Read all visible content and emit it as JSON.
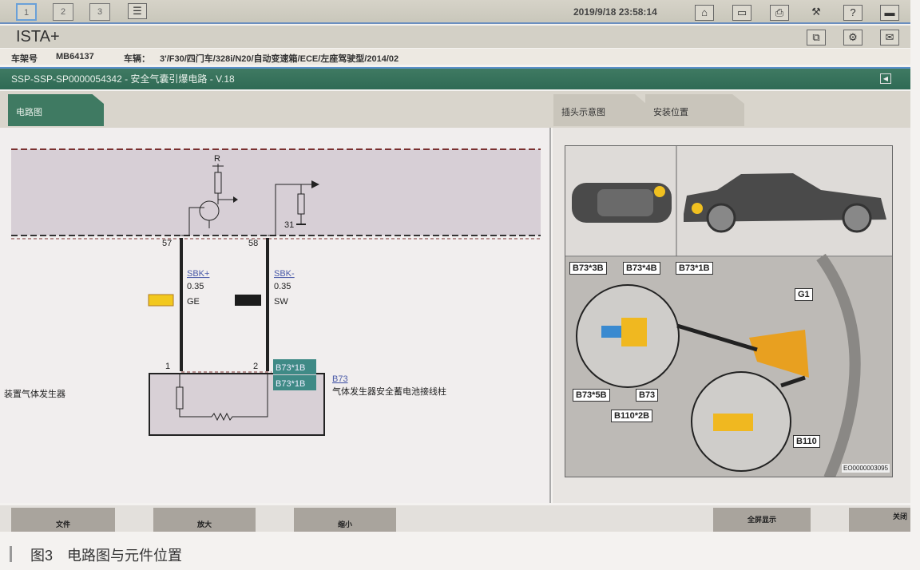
{
  "topbar": {
    "tabs": [
      "1",
      "2",
      "3"
    ],
    "datetime": "2019/9/18 23:58:14",
    "icons": [
      "list-icon",
      "home-icon",
      "book-icon",
      "printer-icon",
      "wrench-icon",
      "help-icon",
      "minimize-icon"
    ],
    "help_glyph": "?"
  },
  "app": {
    "title": "ISTA+",
    "icons": [
      "document-swap-icon",
      "settings-icon",
      "mail-icon"
    ]
  },
  "vehicle": {
    "vin_label": "车架号",
    "vin": "MB64137",
    "model_label": "车辆：",
    "model": "3'/F30/四门车/328i/N20/自动变速箱/ECE/左座驾驶型/2014/02"
  },
  "document": {
    "title": "SSP-SSP-SP0000054342 - 安全气囊引爆电路 - V.18"
  },
  "tabs": {
    "circuit": "电路图",
    "connector": "插头示意图",
    "install": "安装位置"
  },
  "diagram": {
    "resistor_label": "R",
    "ground_label": "31",
    "pin_top_left": "57",
    "pin_top_right": "58",
    "pin_bottom_left": "1",
    "pin_bottom_right": "2",
    "wire_left": {
      "name": "SBK+",
      "gauge": "0.35",
      "color_code": "GE",
      "color": "#f2c81e"
    },
    "wire_right": {
      "name": "SBK-",
      "gauge": "0.35",
      "color_code": "SW",
      "color": "#1c1c1c"
    },
    "connector_labels": [
      "B73*1B",
      "B73*1B"
    ],
    "component_id": "B73",
    "component_desc": "气体发生器安全蓄电池接线柱",
    "device_label": "装置气体发生器"
  },
  "location_image": {
    "callouts": [
      "B73*3B",
      "B73*4B",
      "B73*1B",
      "G1",
      "B73*5B",
      "B73",
      "B110*2B",
      "B110"
    ],
    "image_id": "EO0000003095",
    "marker_color": "#f0c020"
  },
  "bottom": {
    "file": "文件",
    "zoom_in": "放大",
    "zoom_out": "缩小",
    "fullscreen": "全屏显示",
    "close": "关闭"
  },
  "caption": "图3　电路图与元件位置"
}
